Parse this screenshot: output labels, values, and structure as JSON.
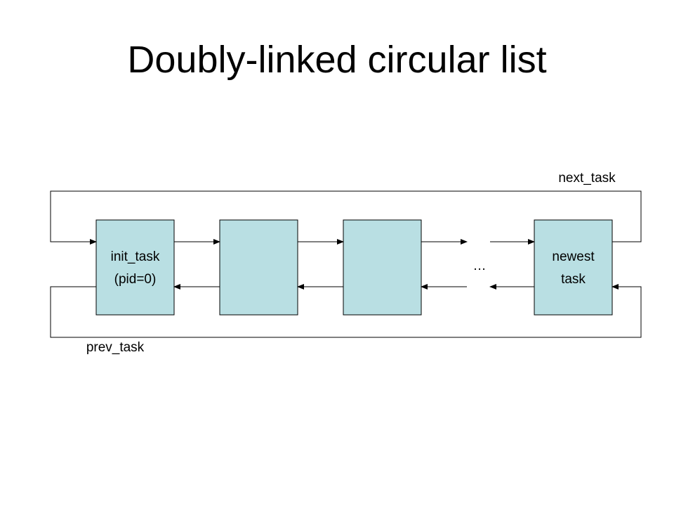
{
  "slide": {
    "title": "Doubly-linked circular list"
  },
  "diagram": {
    "colors": {
      "node_fill": "#b9dfe3",
      "line": "#000000"
    },
    "nodes": [
      {
        "id": "node-1",
        "lines": [
          "init_task",
          "(pid=0)"
        ]
      },
      {
        "id": "node-2",
        "lines": []
      },
      {
        "id": "node-3",
        "lines": []
      },
      {
        "id": "node-4",
        "lines": [
          "newest",
          "task"
        ]
      }
    ],
    "ellipsis": "…",
    "labels": {
      "next": "next_task",
      "prev": "prev_task"
    }
  }
}
